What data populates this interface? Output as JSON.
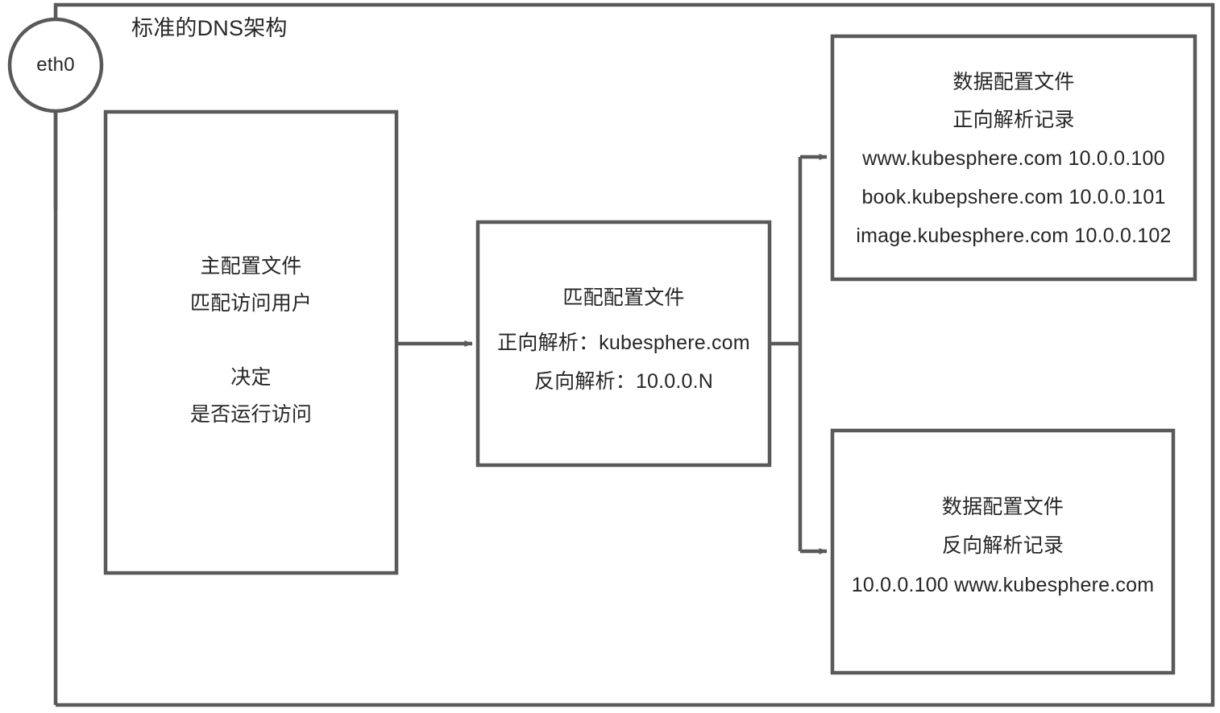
{
  "diagram": {
    "title": "标准的DNS架构",
    "type": "flowchart",
    "stroke_color": "#595959",
    "text_color": "#262626",
    "background_color": "#ffffff",
    "nodes": {
      "interface": {
        "shape": "circle",
        "label": "eth0"
      },
      "main_config": {
        "shape": "rectangle",
        "lines": [
          "主配置文件",
          "匹配访问用户",
          "决定",
          "是否运行访问"
        ]
      },
      "match_config": {
        "shape": "rectangle",
        "lines": [
          "匹配配置文件",
          "正向解析：kubesphere.com",
          "反向解析：10.0.0.N"
        ]
      },
      "forward_zone": {
        "shape": "rectangle",
        "lines": [
          "数据配置文件",
          "正向解析记录",
          "www.kubesphere.com 10.0.0.100",
          "book.kubepshere.com 10.0.0.101",
          "image.kubesphere.com 10.0.0.102"
        ]
      },
      "reverse_zone": {
        "shape": "rectangle",
        "lines": [
          "数据配置文件",
          "反向解析记录",
          "10.0.0.100 www.kubesphere.com"
        ]
      }
    },
    "edges": [
      {
        "from": "main_config",
        "to": "match_config",
        "arrow": true
      },
      {
        "from": "match_config",
        "to": "forward_zone",
        "arrow": true
      },
      {
        "from": "match_config",
        "to": "reverse_zone",
        "arrow": true
      }
    ]
  }
}
